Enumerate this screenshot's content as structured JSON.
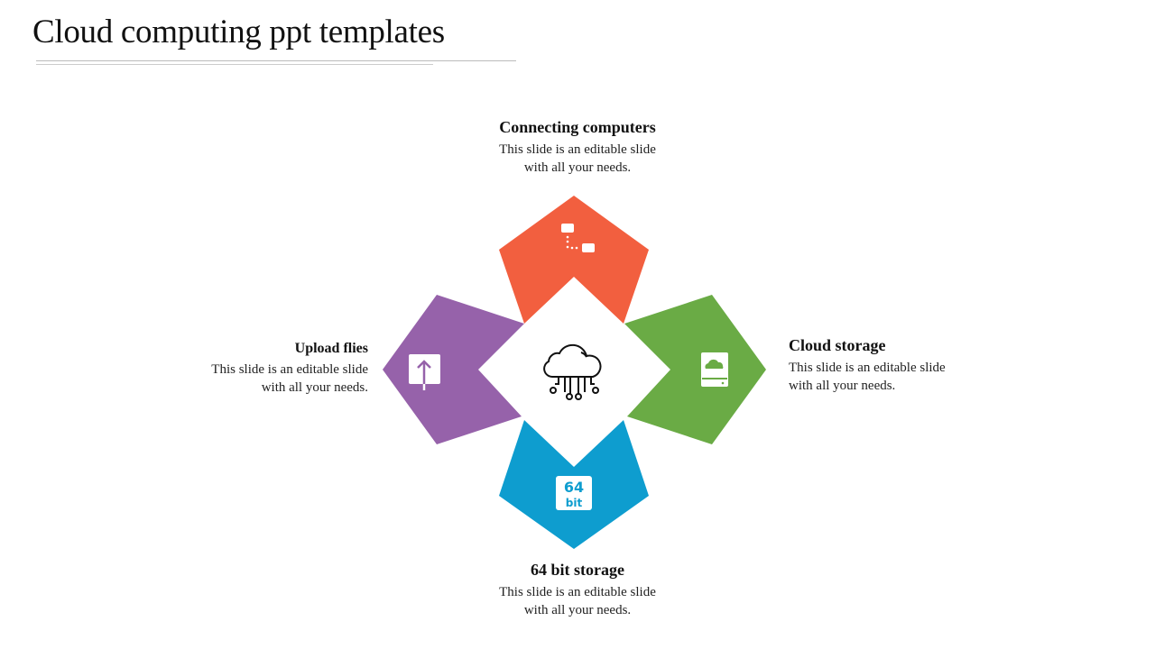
{
  "title": "Cloud computing ppt templates",
  "colors": {
    "orange": "#F25F3F",
    "green": "#6AAB45",
    "purple": "#9662AA",
    "blue": "#0E9DCF"
  },
  "items": [
    {
      "heading": "Connecting computers",
      "line1": "This slide is an editable slide",
      "line2": "with all your needs.",
      "icon": "network-nodes-icon"
    },
    {
      "heading": "Cloud storage",
      "line1": "This slide is an editable slide",
      "line2": "with all your needs.",
      "icon": "cloud-drive-icon"
    },
    {
      "heading": "64 bit storage",
      "line1": "This slide is an editable slide",
      "line2": "with all your needs.",
      "icon": "64-bit-icon"
    },
    {
      "heading": "Upload flies",
      "line1": "This slide is an editable slide",
      "line2": "with all your needs.",
      "icon": "upload-icon"
    }
  ],
  "badge": {
    "top": "64",
    "bottom": "bit"
  },
  "center_icon": "cloud-computing-icon"
}
